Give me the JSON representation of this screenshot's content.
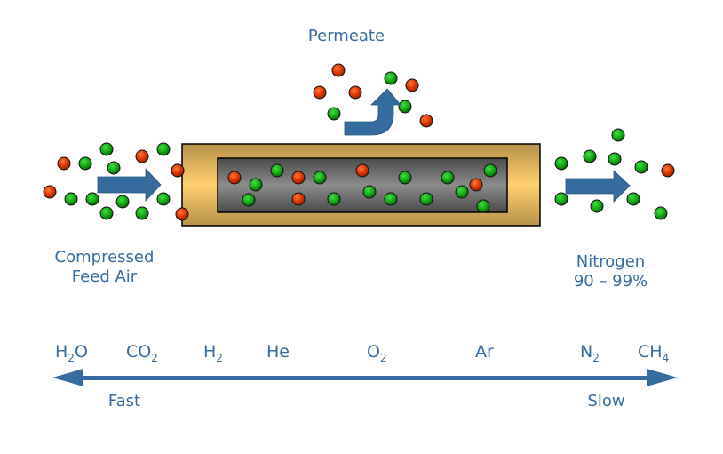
{
  "title_permeate": "Permeate",
  "feed_label_line1": "Compressed",
  "feed_label_line2": "Feed Air",
  "product_label_line1": "Nitrogen",
  "product_label_line2": "90 – 99%",
  "speed_fast": "Fast",
  "speed_slow": "Slow",
  "gases": [
    {
      "base": "H",
      "sub": "2",
      "rest": "O"
    },
    {
      "base": "CO",
      "sub": "2",
      "rest": ""
    },
    {
      "base": "H",
      "sub": "2",
      "rest": ""
    },
    {
      "base": "He",
      "sub": "",
      "rest": ""
    },
    {
      "base": "O",
      "sub": "2",
      "rest": ""
    },
    {
      "base": "Ar",
      "sub": "",
      "rest": ""
    },
    {
      "base": "N",
      "sub": "2",
      "rest": ""
    },
    {
      "base": "CH",
      "sub": "4",
      "rest": ""
    }
  ],
  "colors": {
    "text": "#356ca0",
    "arrow": "#356ca0",
    "oxygen": "#dd3300",
    "nitrogen": "#11aa11",
    "shell": "#e8b866",
    "fiber": "#707070"
  },
  "molecules": {
    "feed": [
      "O",
      "N",
      "N",
      "N",
      "O",
      "N",
      "N",
      "O",
      "N",
      "N",
      "N",
      "N",
      "N",
      "N",
      "O",
      "O"
    ],
    "fiber": [
      "O",
      "N",
      "N",
      "O",
      "N",
      "O",
      "N",
      "O",
      "N",
      "N",
      "N",
      "N",
      "N",
      "O",
      "N",
      "N"
    ],
    "permeate": [
      "O",
      "O",
      "O",
      "N",
      "N",
      "O",
      "N",
      "O"
    ],
    "product": [
      "N",
      "N",
      "N",
      "N",
      "N",
      "O",
      "N",
      "N",
      "N",
      "N"
    ]
  }
}
